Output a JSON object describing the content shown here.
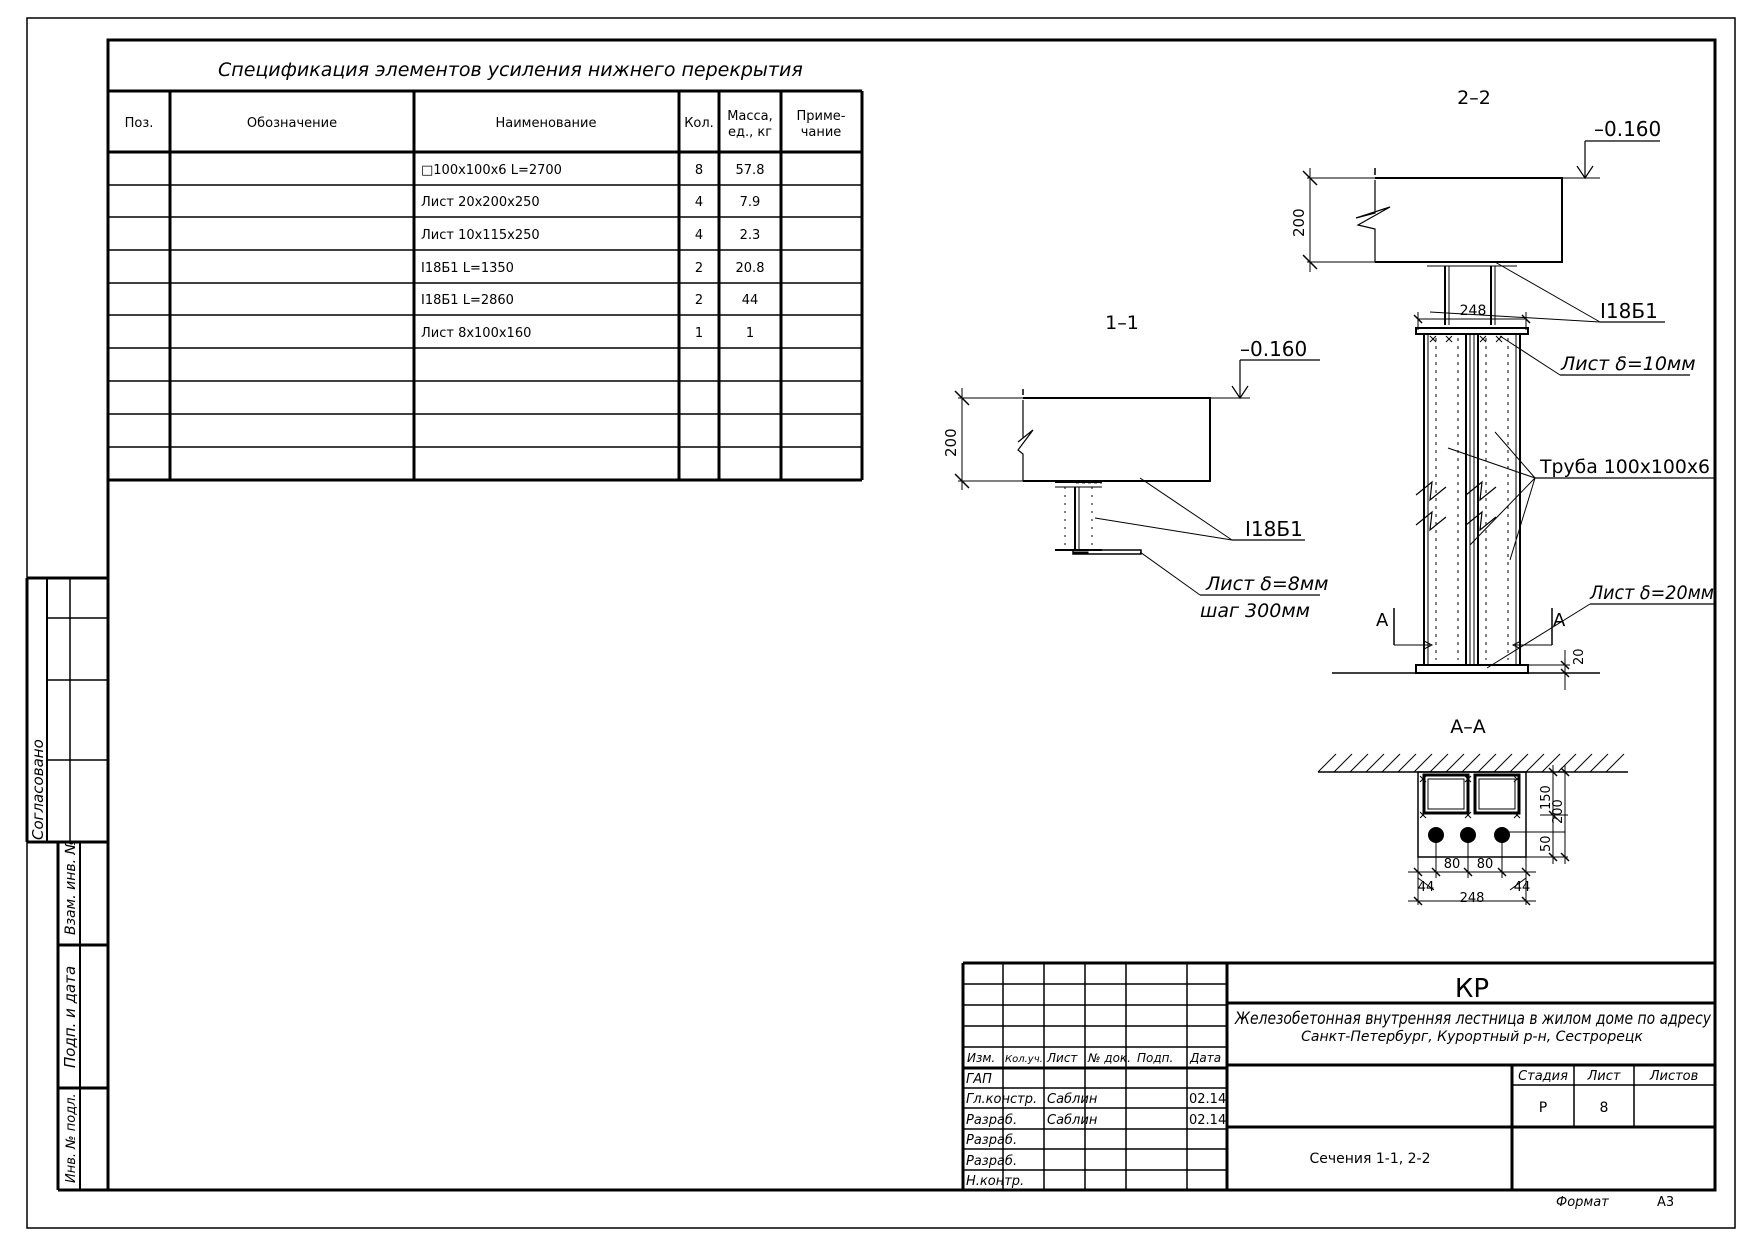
{
  "spec": {
    "title": "Спецификация элементов усиления нижнего перекрытия",
    "headers": {
      "pos": "Поз.",
      "designation": "Обозначение",
      "name": "Наименование",
      "qty": "Кол.",
      "mass1": "Масса,",
      "mass2": "ед., кг",
      "note1": "Приме-",
      "note2": "чание"
    },
    "rows": [
      {
        "name": "□100x100x6 L=2700",
        "qty": "8",
        "mass": "57.8"
      },
      {
        "name": "Лист 20x200x250",
        "qty": "4",
        "mass": "7.9"
      },
      {
        "name": "Лист 10x115x250",
        "qty": "4",
        "mass": "2.3"
      },
      {
        "name": "I18Б1 L=1350",
        "qty": "2",
        "mass": "20.8"
      },
      {
        "name": "I18Б1 L=2860",
        "qty": "2",
        "mass": "44"
      },
      {
        "name": "Лист 8x100x160",
        "qty": "1",
        "mass": "1"
      }
    ]
  },
  "side": {
    "agreed": "Согласовано",
    "vzam": "Взам. инв. №",
    "podp": "Подп. и дата",
    "inv": "Инв. № подл."
  },
  "s11": {
    "title": "1–1",
    "level": "–0.160",
    "dim": "200",
    "beam": "I18Б1",
    "plate1": "Лист δ=8мм",
    "plate2": "шаг 300мм"
  },
  "s22": {
    "title": "2–2",
    "level": "–0.160",
    "dim200": "200",
    "dim248": "248",
    "beam": "I18Б1",
    "plate10": "Лист δ=10мм",
    "pipe": "Труба 100x100x6",
    "plate20": "Лист δ=20мм",
    "markA": "А",
    "dim20": "20"
  },
  "saa": {
    "title": "А–А",
    "d150": "150",
    "d200": "200",
    "d50": "50",
    "d80": "80",
    "d44": "44",
    "d248": "248"
  },
  "stamp": {
    "code": "КР",
    "project1": "Железобетонная внутренняя лестница в жилом доме по адресу",
    "project2": "Санкт-Петербург, Курортный р-н, Сестрорецк",
    "cols": [
      "Изм.",
      "Кол.уч.",
      "Лист",
      "№ док.",
      "Подп.",
      "Дата"
    ],
    "roles": [
      "ГАП",
      "Гл.констр.",
      "Разраб.",
      "Разраб.",
      "Разраб.",
      "Н.контр."
    ],
    "names": [
      "",
      "Саблин",
      "Саблин",
      "",
      "",
      ""
    ],
    "dates": [
      "",
      "02.14",
      "02.14",
      "",
      "",
      ""
    ],
    "stage_label": "Стадия",
    "sheet_label": "Лист",
    "sheets_label": "Листов",
    "stage": "Р",
    "sheet": "8",
    "sheets": "",
    "title": "Сечения 1-1, 2-2",
    "format_label": "Формат",
    "format": "А3"
  }
}
